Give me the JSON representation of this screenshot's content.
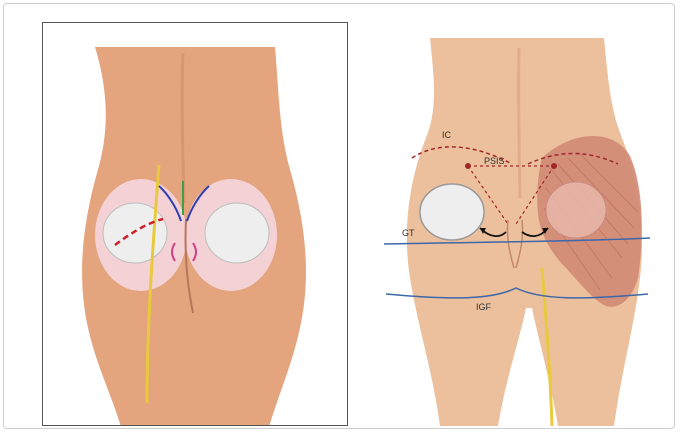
{
  "figure": {
    "left_panel": {
      "skin_color": "#e4a47e",
      "implant_zone_color": "#f5d6de",
      "implant_color": "#eeeeee",
      "incision_color": "#cc1f2a",
      "guide_line_color": "#e9c93d"
    },
    "right_panel": {
      "labels": {
        "ic": "IC",
        "psis": "PSIS",
        "gt": "GT",
        "igf": "IGF"
      },
      "skin_color": "#ecc09c",
      "muscle_color": "#d28a76",
      "landmark_line_color": "#3d67a9",
      "ic_line_color": "#a0282a",
      "arrow_color": "#111111"
    }
  }
}
